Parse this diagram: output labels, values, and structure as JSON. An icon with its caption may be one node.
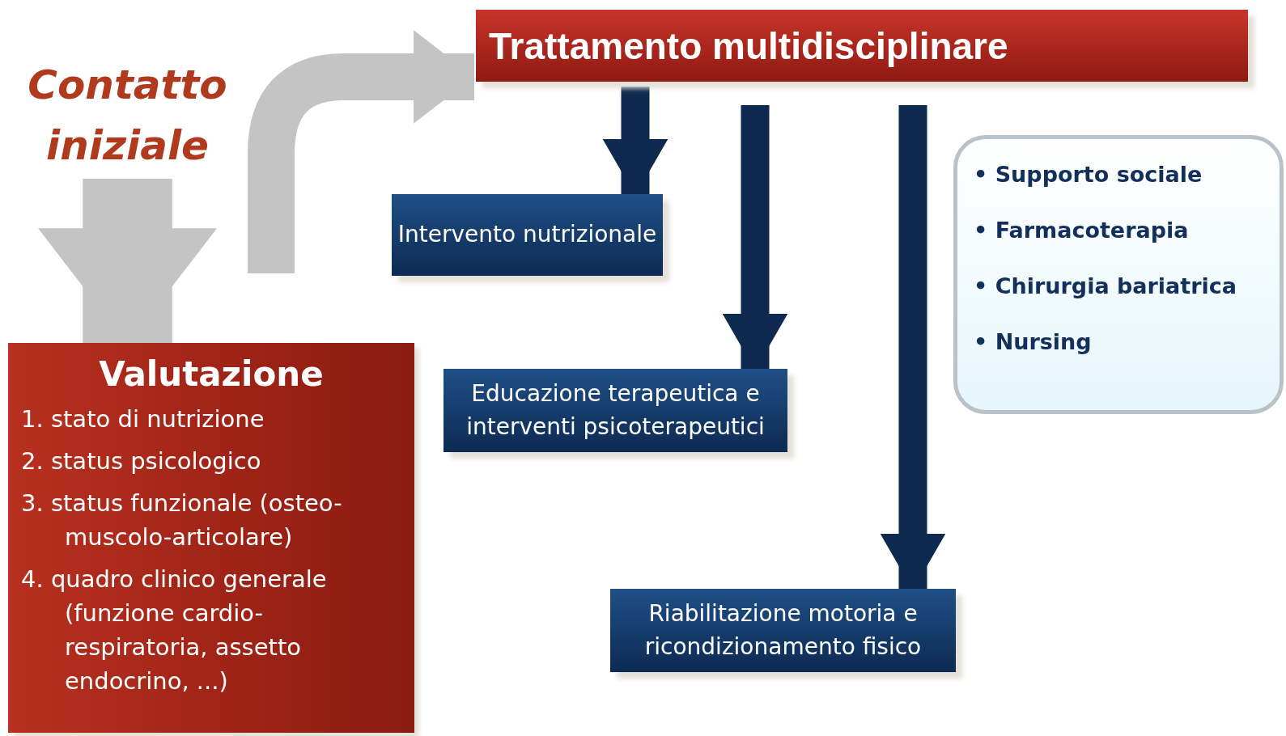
{
  "diagram": {
    "nodes": [
      {
        "text": [
          "Contatto iniziale"
        ]
      },
      {
        "text": [
          "Trattamento multidisciplinare"
        ]
      },
      {
        "text": [
          "Valutazione",
          "1. stato di nutrizione",
          "2. status psicologico",
          "3. status funzionale (osteo-muscolo-articolare)",
          "4. quadro clinico generale (funzione cardio-respiratoria, assetto endocrino, ...)"
        ]
      },
      {
        "text": [
          "Intervento nutrizionale"
        ]
      },
      {
        "text": [
          "Educazione terapeutica e interventi psicoterapeutici"
        ]
      },
      {
        "text": [
          "Riabilitazione motoria e ricondizionamento fisico"
        ]
      },
      {
        "text": [
          "• Supporto sociale",
          "• Farmacoterapia",
          "• Chirurgia bariatrica",
          "• Nursing"
        ]
      }
    ],
    "edges": [
      {
        "from": 0,
        "to": 2,
        "arrow": "to",
        "style": "thick",
        "color": "#c4c4c4"
      },
      {
        "from": null,
        "to": 1,
        "arrow": "to",
        "color": "#c4c4c4"
      },
      {
        "from": 1,
        "to": 3,
        "arrow": "to"
      },
      {
        "from": 1,
        "to": 4,
        "arrow": "to"
      },
      {
        "from": 1,
        "to": 5,
        "arrow": "to"
      }
    ]
  }
}
